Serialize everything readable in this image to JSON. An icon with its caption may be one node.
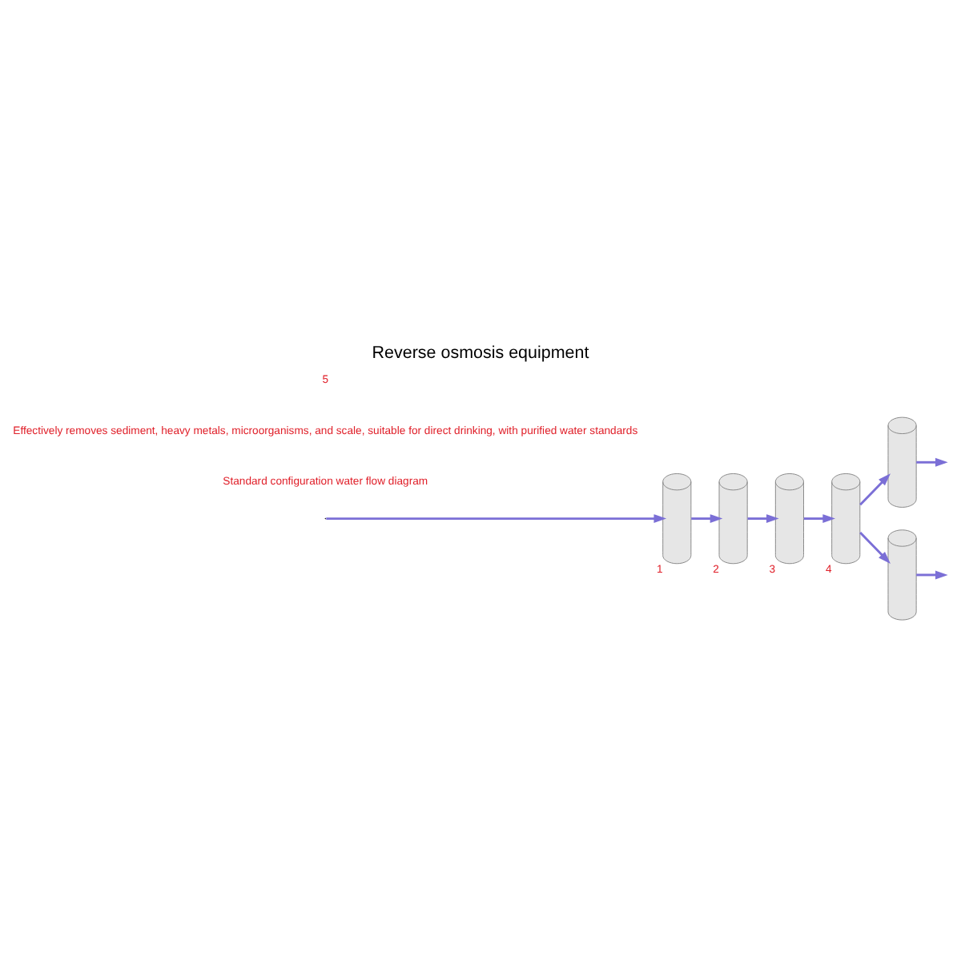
{
  "diagram": {
    "title": "Reverse osmosis equipment",
    "nodes": [
      {
        "text": [],
        "shape": "cylinder",
        "beside": [
          "1"
        ]
      },
      {
        "text": [],
        "shape": "cylinder",
        "beside": [
          "2"
        ]
      },
      {
        "text": [],
        "shape": "cylinder",
        "beside": [
          "3"
        ]
      },
      {
        "text": [],
        "shape": "cylinder",
        "beside": [
          "4"
        ]
      },
      {
        "text": [],
        "shape": "cylinder"
      },
      {
        "text": [],
        "shape": "cylinder"
      }
    ],
    "edges": [
      {
        "from": null,
        "to": 0,
        "arrow": "to"
      },
      {
        "from": 0,
        "to": 1,
        "arrow": "to"
      },
      {
        "from": 1,
        "to": 2,
        "arrow": "to"
      },
      {
        "from": 2,
        "to": 3,
        "arrow": "to"
      },
      {
        "from": 3,
        "to": 4,
        "arrow": "to"
      },
      {
        "from": 3,
        "to": 5,
        "arrow": "to"
      },
      {
        "from": 4,
        "to": null,
        "arrow": "to"
      },
      {
        "from": 5,
        "to": null,
        "arrow": "to"
      }
    ],
    "labels": [
      "Standard configuration water flow diagram",
      "Effectively removes sediment, heavy metals, microorganisms, and scale, suitable for direct drinking, with purified water standards",
      "5"
    ]
  }
}
